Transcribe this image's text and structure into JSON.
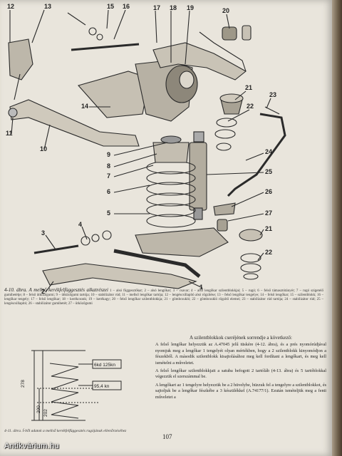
{
  "figure_main": {
    "callouts": [
      "12",
      "13",
      "15",
      "16",
      "17",
      "18",
      "19",
      "20",
      "21",
      "22",
      "23",
      "14",
      "11",
      "10",
      "9",
      "8",
      "7",
      "6",
      "5",
      "24",
      "25",
      "26",
      "27",
      "21",
      "22",
      "3",
      "4",
      "2",
      "1"
    ]
  },
  "caption": {
    "title": "4-10. ábra. A mellső kerékfelfüggesztés alkatrészei",
    "body": "1 – alsó függesztőkar; 2 – alsó lengőkar; 3 – csavar; 4 – alsó lengőkar szilentblokkjai; 5 – rugó; 6 – felső támasztótányér; 7 – rugó szigetelő gumibetétje; 8 – felső ütközőgumi; 9 – ütközőgumi tartója; 10 – stabilizátor rúd; 11 – mellső lengőkar tartója; 12 – lengéscsillapító alsó rögzítése; 13 – felső lengőkar tengelye; 14 – felső lengőkar; 15 – szilentblokk; 16 – lengőkar tengely; 17 – felső lengőkar; 18 – kerékcsonk; 19 – kerékagy; 20 – felső lengőkar szilentblokkja; 21 – gömbcsukló; 22 – gömbcsukló rögzítő elemei; 23 – stabilizátor rúd tartója; 24 – stabilizátor rúd; 25 – lengéscsillapító; 26 – stabilizátor gumibetét; 27 – ütközőgumi"
  },
  "figure_spring": {
    "dim_278": "278",
    "dim_200": "200",
    "dim_202": "202",
    "label_top": "6kd 125kn",
    "label_bottom": "95,4 kn",
    "caption": "4-11. ábra. Í-ből adatok a mellső kerékfelfüggesztés rugójának ellenőrzéséhez"
  },
  "text": {
    "heading": "A szilentblokkok cseréjének sorrendje a következő:",
    "paragraphs": [
      "A felső lengőkar helyezzük az A.47045 jelű tüskére (4-12. ábra), és a prés nyomórúdjával nyomjuk meg a lengőkar 1 tengelyét olyan mértékben, hogy a 2 szilentblokk kinyomódjon a fészekből. A második szilentblokk kisajtolásához meg kell fordítani a lengőkart, és meg kell ismételni a műveletet.",
      "A felső lengőkar szilentblokkjait a satuba befogott 2 tartóláb (4-13. ábra) és 5 tartóblokkal végezzük el szerszámmal be.",
      "A lengőkart az 1 tengelyre helyezzük be a 2 hüvelybe, hüzzuk fel a tengelyre a szilentblokkot, és sajtoljuk be a lengőkar fészkébe a 3 készülékkel (A.74177/1). Ezután ismételjük meg a fenti műveletet a"
    ],
    "page_number": "107"
  },
  "watermark": "Antikvárium.hu"
}
